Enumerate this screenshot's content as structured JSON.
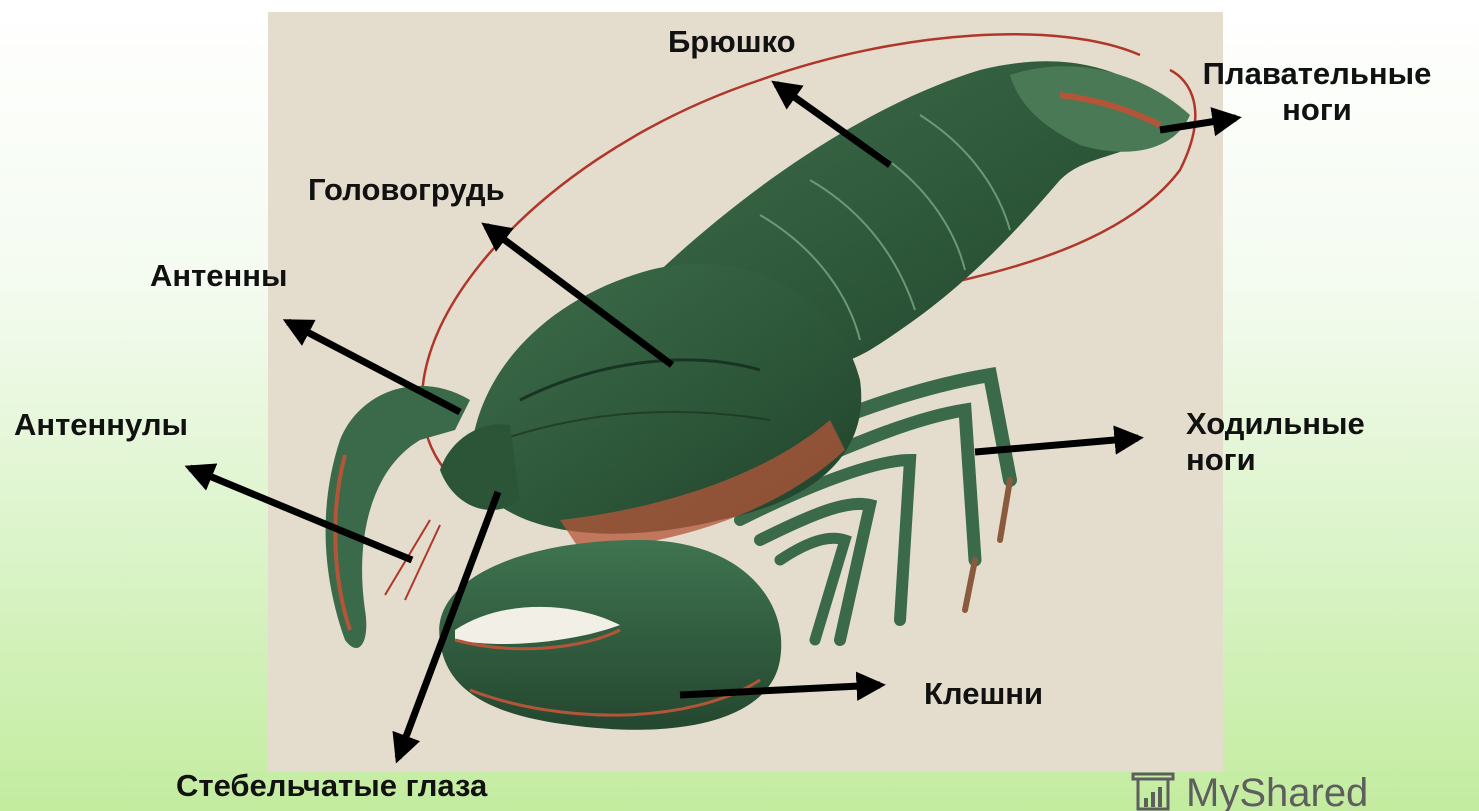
{
  "labels": {
    "abdomen": "Брюшко",
    "swimming_legs_line1": "Плавательные",
    "swimming_legs_line2": "ноги",
    "cephalothorax": "Головогрудь",
    "antennae": "Антенны",
    "antennules": "Антеннулы",
    "walking_legs_line1": "Ходильные",
    "walking_legs_line2": "ноги",
    "claws": "Клешни",
    "stalked_eyes": "Стебельчатые глаза"
  },
  "watermark": {
    "text": "MyShared",
    "icon": "presentation-icon"
  },
  "colors": {
    "lobster_body": "#2f5a3c",
    "lobster_dark": "#1e3d29",
    "lobster_orange": "#b4553a",
    "antenna_red": "#b0362a",
    "arrow": "#000000",
    "photo_background": "#e4dccc"
  }
}
